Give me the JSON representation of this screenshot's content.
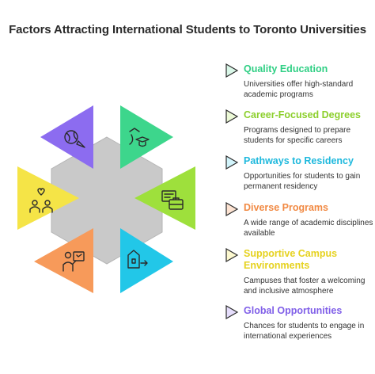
{
  "title": "Factors Attracting International Students to Toronto Universities",
  "colors": {
    "quality": "#3dd68c",
    "career": "#9ee03c",
    "residency": "#22c7e8",
    "diverse": "#f79a5a",
    "supportive": "#f5e447",
    "global": "#8c6cf0",
    "hexagon": "#c9c9c9"
  },
  "factors": [
    {
      "title": "Quality Education",
      "description": "Universities offer high-standard academic programs",
      "color_key": "quality"
    },
    {
      "title": "Career-Focused Degrees",
      "description": "Programs designed to prepare students for specific careers",
      "color_key": "career"
    },
    {
      "title": "Pathways to Residency",
      "description": "Opportunities for students to gain permanent residency",
      "color_key": "residency"
    },
    {
      "title": "Diverse Programs",
      "description": "A wide range of academic disciplines available",
      "color_key": "diverse"
    },
    {
      "title": "Supportive Campus Environments",
      "description": "Campuses that foster a welcoming and inclusive atmosphere",
      "color_key": "supportive"
    },
    {
      "title": "Global Opportunities",
      "description": "Chances for students to engage in international experiences",
      "color_key": "global"
    }
  ],
  "icons": {
    "quality": "graduate-icon",
    "career": "briefcase-icon",
    "residency": "house-icon",
    "diverse": "presenter-icon",
    "supportive": "community-heart-icon",
    "global": "globe-plane-icon"
  }
}
